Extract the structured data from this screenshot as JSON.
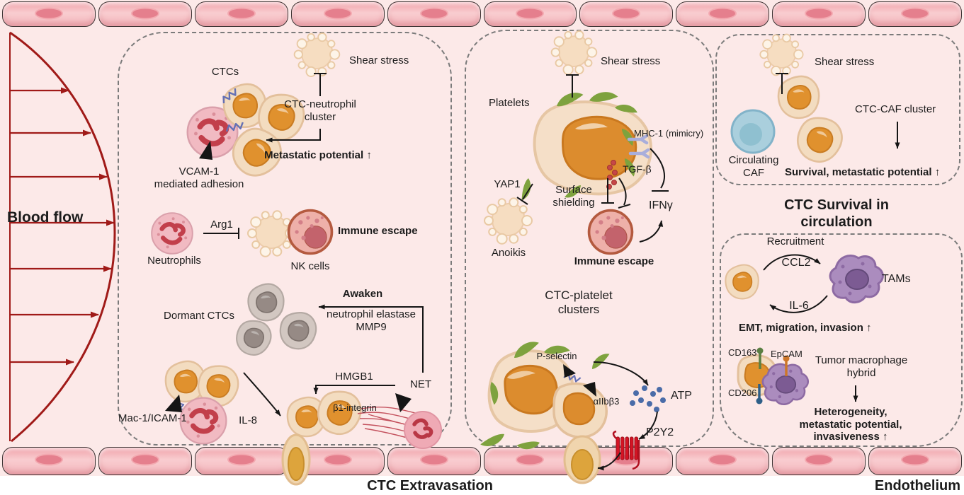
{
  "figure": {
    "blood_flow_label": "Blood flow",
    "extravasation_label": "CTC Extravasation",
    "endothelium_label": "Endothelium",
    "survival_title": "CTC Survival in circulation"
  },
  "left_panel": {
    "shear_stress": "Shear stress",
    "ctcs": "CTCs",
    "ctc_neutrophil_cluster": "CTC-neutrophil\ncluster",
    "metastatic_potential": "Metastatic potential ↑",
    "vcam1": "VCAM-1\nmediated adhesion",
    "neutrophils": "Neutrophils",
    "arg1": "Arg1",
    "nk_cells": "NK cells",
    "immune_escape": "Immune escape",
    "dormant_ctcs": "Dormant CTCs",
    "awaken": "Awaken",
    "neutrophil_elastase_mmp9": "neutrophil elastase\nMMP9",
    "hmgb1": "HMGB1",
    "net": "NET",
    "mac1_icam1": "Mac-1/ICAM-1",
    "il8": "IL-8",
    "b1_integrin": "β1-integrin"
  },
  "middle_panel": {
    "shear_stress": "Shear stress",
    "platelets": "Platelets",
    "mhc1_mimicry": "MHC-1 (mimicry)",
    "tgf_beta": "TGF-β",
    "yap1": "YAP1",
    "surface_shielding": "Surface\nshielding",
    "ifn_gamma": "IFNγ",
    "anoikis": "Anoikis",
    "immune_escape": "Immune escape",
    "ctc_platelet_clusters": "CTC-platelet\nclusters",
    "p_selectin": "P-selectin",
    "aiibb3": "αIIbβ3",
    "atp": "ATP",
    "p2y2": "P2Y2"
  },
  "right_top_panel": {
    "shear_stress": "Shear stress",
    "ctc_caf_cluster": "CTC-CAF cluster",
    "circulating_caf": "Circulating\nCAF",
    "survival_metastatic": "Survival, metastatic potential ↑"
  },
  "right_bottom_panel": {
    "recruitment": "Recruitment",
    "ccl2": "CCL2",
    "tams": "TAMs",
    "il6": "IL-6",
    "emt": "EMT, migration, invasion ↑",
    "cd163": "CD163",
    "epcam": "EpCAM",
    "cd206": "CD206",
    "tumor_macrophage_hybrid": "Tumor macrophage\nhybrid",
    "heterogeneity": "Heterogeneity,\nmetastatic potential, invasiveness ↑"
  },
  "colors": {
    "vessel_background": "#fce9e8",
    "blood_flow_red": "#a01a18",
    "endothelial_cell_pink": "#f6b6bc",
    "ctc_cytoplasm_tan": "#f3dcc0",
    "ctc_nucleus_orange": "#e0912e",
    "neutrophil_pink": "#f1bac2",
    "neutrophil_lobe_red": "#c23f4b",
    "nk_cell_pink": "#eeb0a9",
    "dormant_ctc_gray": "#d2c7c1",
    "platelet_green": "#7ea23e",
    "tam_purple": "#ab8cbe",
    "caf_blue": "#aacfdd",
    "atp_blue": "#4a6ca8",
    "p2y2_receptor_red": "#d41424",
    "panel_border_gray": "#7b7b7b"
  }
}
